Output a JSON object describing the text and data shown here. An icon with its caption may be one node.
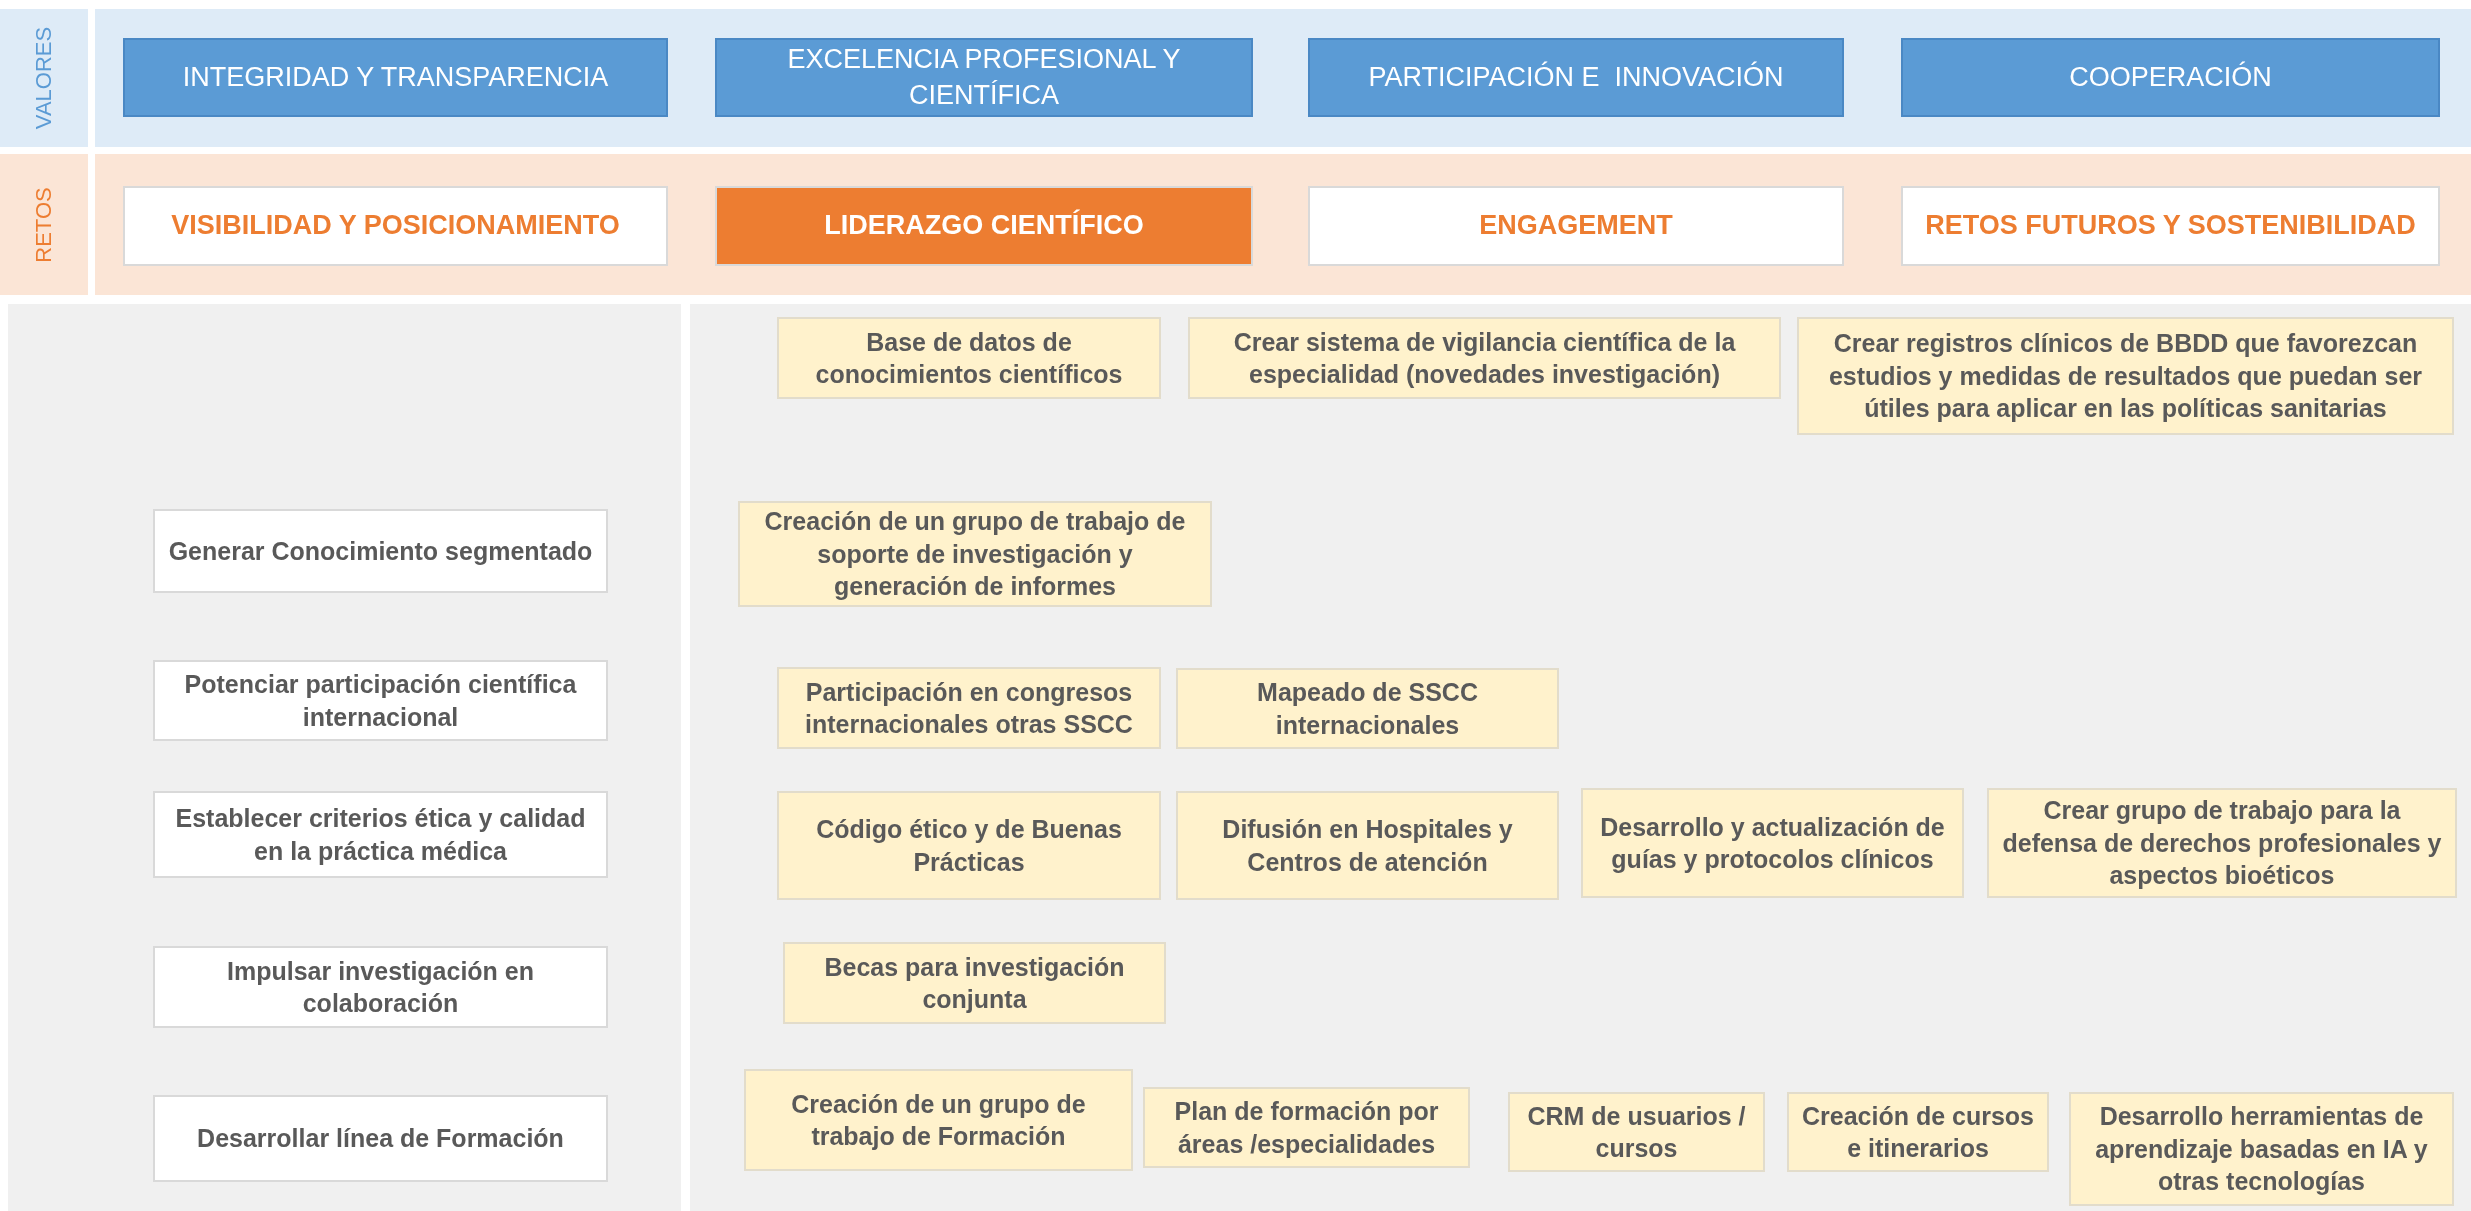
{
  "diagram": {
    "nodes": [
      {
        "text": [
          "VALORES"
        ]
      },
      {
        "text": [
          "INTEGRIDAD Y TRANSPARENCIA"
        ],
        "in": 0
      },
      {
        "text": [
          "EXCELENCIA PROFESIONAL Y CIENTÍFICA"
        ],
        "in": 0
      },
      {
        "text": [
          "PARTICIPACIÓN E  INNOVACIÓN"
        ],
        "in": 0
      },
      {
        "text": [
          "COOPERACIÓN"
        ],
        "in": 0
      },
      {
        "text": [
          "RETOS"
        ]
      },
      {
        "text": [
          "VISIBILIDAD Y POSICIONAMIENTO"
        ],
        "in": 5
      },
      {
        "text": [
          "LIDERAZGO CIENTÍFICO"
        ],
        "in": 5
      },
      {
        "text": [
          "ENGAGEMENT"
        ],
        "in": 5
      },
      {
        "text": [
          "RETOS FUTUROS Y SOSTENIBILIDAD"
        ],
        "in": 5
      },
      {
        "text": [],
        "shape": "box"
      },
      {
        "text": [
          "Generar Conocimiento segmentado"
        ],
        "in": 10
      },
      {
        "text": [
          "Potenciar participación científica internacional"
        ],
        "in": 10
      },
      {
        "text": [
          "Establecer criterios ética y calidad en la práctica médica"
        ],
        "in": 10
      },
      {
        "text": [
          "Impulsar investigación en colaboración"
        ],
        "in": 10
      },
      {
        "text": [
          "Desarrollar línea de Formación"
        ],
        "in": 10
      },
      {
        "text": [],
        "shape": "box"
      },
      {
        "text": [
          "Base de datos de conocimientos científicos"
        ],
        "in": 16
      },
      {
        "text": [
          "Crear sistema de vigilancia científica de la especialidad (novedades investigación)"
        ],
        "in": 16
      },
      {
        "text": [
          "Crear registros clínicos de BBDD que favorezcan estudios y medidas de resultados que puedan ser útiles para aplicar en las políticas sanitarias"
        ],
        "in": 16
      },
      {
        "text": [
          "Creación de un grupo de trabajo de soporte de investigación y generación de informes"
        ],
        "in": 16
      },
      {
        "text": [
          "Participación en congresos internacionales otras SSCC"
        ],
        "in": 16
      },
      {
        "text": [
          "Mapeado de SSCC internacionales"
        ],
        "in": 16
      },
      {
        "text": [
          "Código ético y de Buenas Prácticas"
        ],
        "in": 16
      },
      {
        "text": [
          "Difusión en Hospitales y Centros de atención"
        ],
        "in": 16
      },
      {
        "text": [
          "Desarrollo y actualización de guías y protocolos clínicos"
        ],
        "in": 16
      },
      {
        "text": [
          "Crear grupo de trabajo para la defensa de derechos profesionales y aspectos bioéticos"
        ],
        "in": 16
      },
      {
        "text": [
          "Becas para investigación conjunta"
        ],
        "in": 16
      },
      {
        "text": [
          "Creación de un grupo de trabajo de Formación"
        ],
        "in": 16
      },
      {
        "text": [
          "Plan de formación por áreas /especialidades"
        ],
        "in": 16
      },
      {
        "text": [
          "CRM de usuarios / cursos"
        ],
        "in": 16
      },
      {
        "text": [
          "Creación de cursos e itinerarios"
        ],
        "in": 16
      },
      {
        "text": [
          "Desarrollo herramientas de aprendizaje basadas en IA y otras tecnologías"
        ],
        "in": 16
      }
    ],
    "edges": []
  }
}
